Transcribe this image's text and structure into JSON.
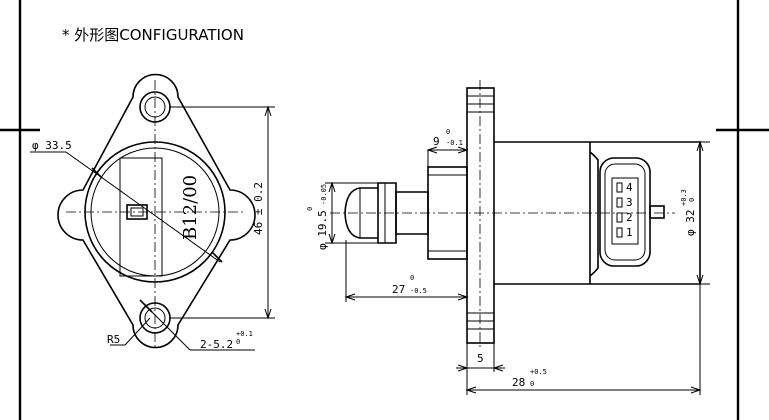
{
  "header": {
    "title": "* 外形图CONFIGURATION"
  },
  "front_view": {
    "phi_label": "φ 33.5",
    "product_label": "B12/00",
    "height_dim": "46 ± 0.2",
    "radius_label": "R5",
    "hole_dim": "2-5.2",
    "hole_tol_upper": "+0.1",
    "hole_tol_lower": "0"
  },
  "side_view": {
    "dim_9": "9",
    "dim_9_tol_upper": "0",
    "dim_9_tol_lower": "-0.1",
    "dim_phi19": "φ 19.5",
    "dim_phi19_tol_upper": "0",
    "dim_phi19_tol_lower": "-0.05",
    "dim_27": "27",
    "dim_27_tol_upper": "0",
    "dim_27_tol_lower": "-0.5",
    "dim_5": "5",
    "dim_28": "28",
    "dim_28_tol_upper": "+0.5",
    "dim_28_tol_lower": "0",
    "dim_phi32": "φ 32",
    "dim_phi32_tol_upper": "+0.3",
    "dim_phi32_tol_lower": "0",
    "connector_pins": [
      "4",
      "3",
      "2",
      "1"
    ]
  }
}
